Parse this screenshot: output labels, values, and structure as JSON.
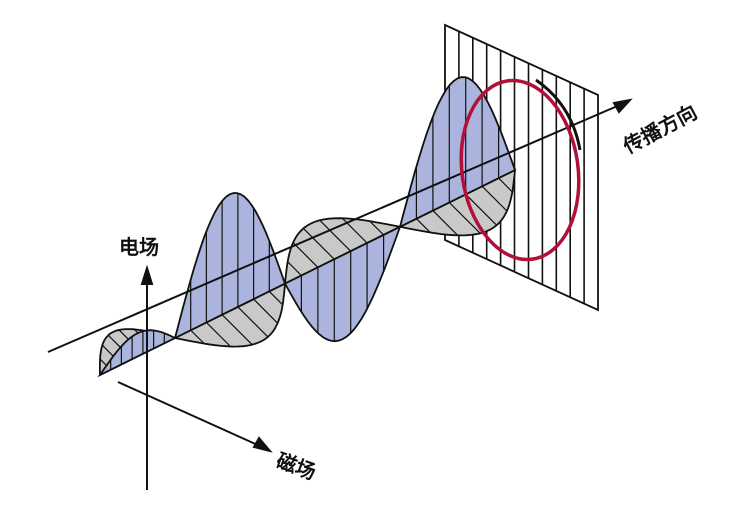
{
  "labels": {
    "electric_field": "电场",
    "magnetic_field": "磁场",
    "propagation_direction": "传播方向"
  },
  "colors": {
    "electric_wave_fill": "#aab4dc",
    "magnetic_wave_fill": "#c9c9c9",
    "polarization_ring": "#b0103a",
    "line": "#111111"
  }
}
